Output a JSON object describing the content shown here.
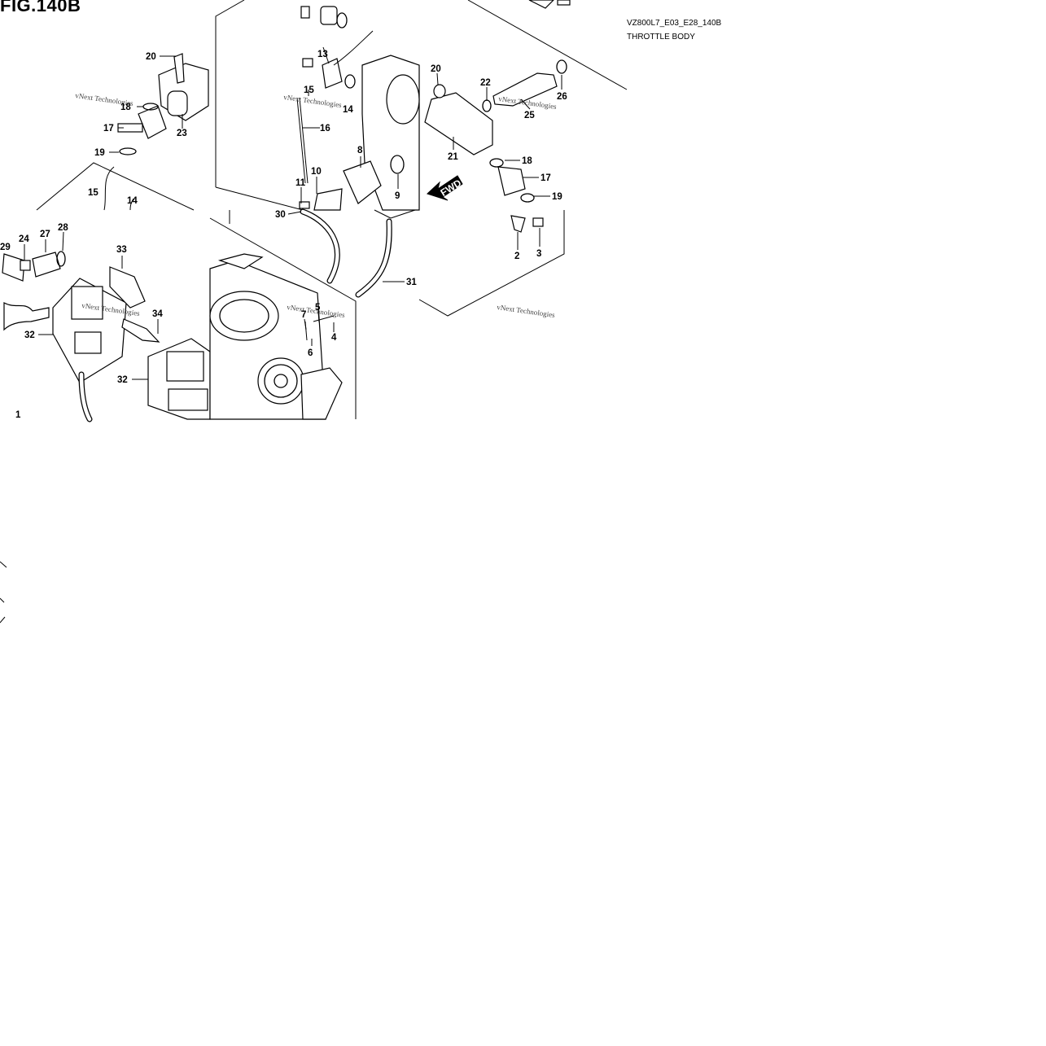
{
  "figure": {
    "title": "FIG.140B",
    "code": "VZ800L7_E03_E28_140B",
    "subtitle": "THROTTLE BODY",
    "watermark": "vNext Technologies",
    "fwd_label": "FWD"
  },
  "callouts": [
    {
      "id": "c20a",
      "text": "20"
    },
    {
      "id": "c18a",
      "text": "18"
    },
    {
      "id": "c17a",
      "text": "17"
    },
    {
      "id": "c23",
      "text": "23"
    },
    {
      "id": "c19a",
      "text": "19"
    },
    {
      "id": "c15a",
      "text": "15"
    },
    {
      "id": "c14a",
      "text": "14"
    },
    {
      "id": "c29",
      "text": "29"
    },
    {
      "id": "c24",
      "text": "24"
    },
    {
      "id": "c27",
      "text": "27"
    },
    {
      "id": "c28",
      "text": "28"
    },
    {
      "id": "c33",
      "text": "33"
    },
    {
      "id": "c34",
      "text": "34"
    },
    {
      "id": "c32a",
      "text": "32"
    },
    {
      "id": "c32b",
      "text": "32"
    },
    {
      "id": "c1",
      "text": "1"
    },
    {
      "id": "c13",
      "text": "13"
    },
    {
      "id": "c15b",
      "text": "15"
    },
    {
      "id": "c14b",
      "text": "14"
    },
    {
      "id": "c16",
      "text": "16"
    },
    {
      "id": "c8",
      "text": "8"
    },
    {
      "id": "c9",
      "text": "9"
    },
    {
      "id": "c11",
      "text": "11"
    },
    {
      "id": "c10",
      "text": "10"
    },
    {
      "id": "c30",
      "text": "30"
    },
    {
      "id": "c31",
      "text": "31"
    },
    {
      "id": "c7",
      "text": "7"
    },
    {
      "id": "c5",
      "text": "5"
    },
    {
      "id": "c4",
      "text": "4"
    },
    {
      "id": "c6",
      "text": "6"
    },
    {
      "id": "c20b",
      "text": "20"
    },
    {
      "id": "c22",
      "text": "22"
    },
    {
      "id": "c26",
      "text": "26"
    },
    {
      "id": "c25",
      "text": "25"
    },
    {
      "id": "c21",
      "text": "21"
    },
    {
      "id": "c18b",
      "text": "18"
    },
    {
      "id": "c17b",
      "text": "17"
    },
    {
      "id": "c19b",
      "text": "19"
    },
    {
      "id": "c2",
      "text": "2"
    },
    {
      "id": "c3",
      "text": "3"
    }
  ]
}
